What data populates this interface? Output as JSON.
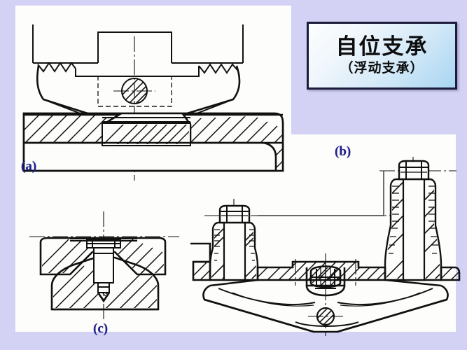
{
  "page": {
    "background_color": "#d3d2f4",
    "canvas_color": "#fdfdfb",
    "label_color": "#1f1f8c",
    "line_color": "#111111"
  },
  "title_card": {
    "main_text": "自位支承",
    "sub_text": "（浮动支承）",
    "border_color": "#1b1b3a",
    "gradient_from": "#fdfefe",
    "gradient_to": "#a9d5f2"
  },
  "figures": [
    {
      "id": "a",
      "label": "(a)",
      "caption_position": "bottom-left",
      "description": "自位支承剖视图 — V形摆动支承块与带剖面线的夹具底座"
    },
    {
      "id": "b",
      "label": "(b)",
      "caption_position": "top-right",
      "description": "两点式自位支承 — 双支承钉与下方摆动杠杆"
    },
    {
      "id": "c",
      "label": "(c)",
      "caption_position": "bottom-center",
      "description": "三点式自位支承剖视 — 中心销轴与锥形座"
    }
  ]
}
